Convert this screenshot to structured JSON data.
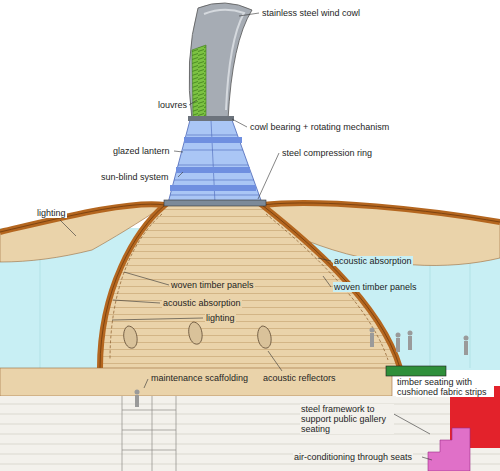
{
  "diagram": {
    "labels": [
      "stainless steel wind cowl",
      "louvres",
      "cowl bearing + rotating mechanism",
      "glazed lantern",
      "steel compression ring",
      "sun-blind system",
      "lighting",
      "acoustic absorption",
      "woven timber panels",
      "woven timber panels",
      "acoustic absorption",
      "lighting",
      "maintenance scaffolding",
      "acoustic reflectors",
      "timber seating with cushioned fabric strips",
      "steel framework to support public gallery seating",
      "air-conditioning through seats"
    ]
  }
}
